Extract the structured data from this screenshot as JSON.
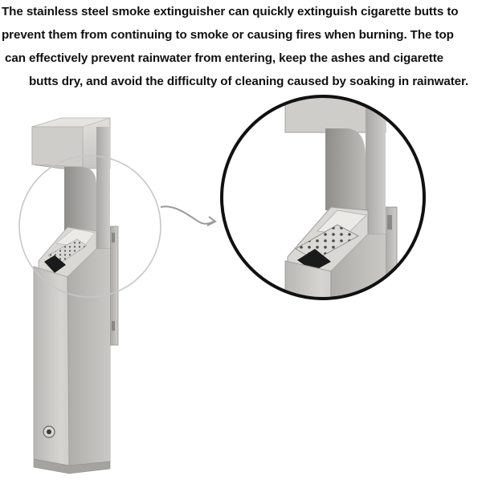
{
  "caption": {
    "lines": [
      "The stainless steel smoke extinguisher can quickly extinguish cigarette butts to",
      "prevent them from continuing to smoke or causing fires when burning. The top",
      "can effectively prevent rainwater from entering, keep the ashes and cigarette",
      "butts dry, and avoid the difficulty of cleaning caused by soaking in rainwater."
    ]
  },
  "product": {
    "material_color": "#c9c7c4",
    "dark_slot_color": "#1a1a1a"
  }
}
